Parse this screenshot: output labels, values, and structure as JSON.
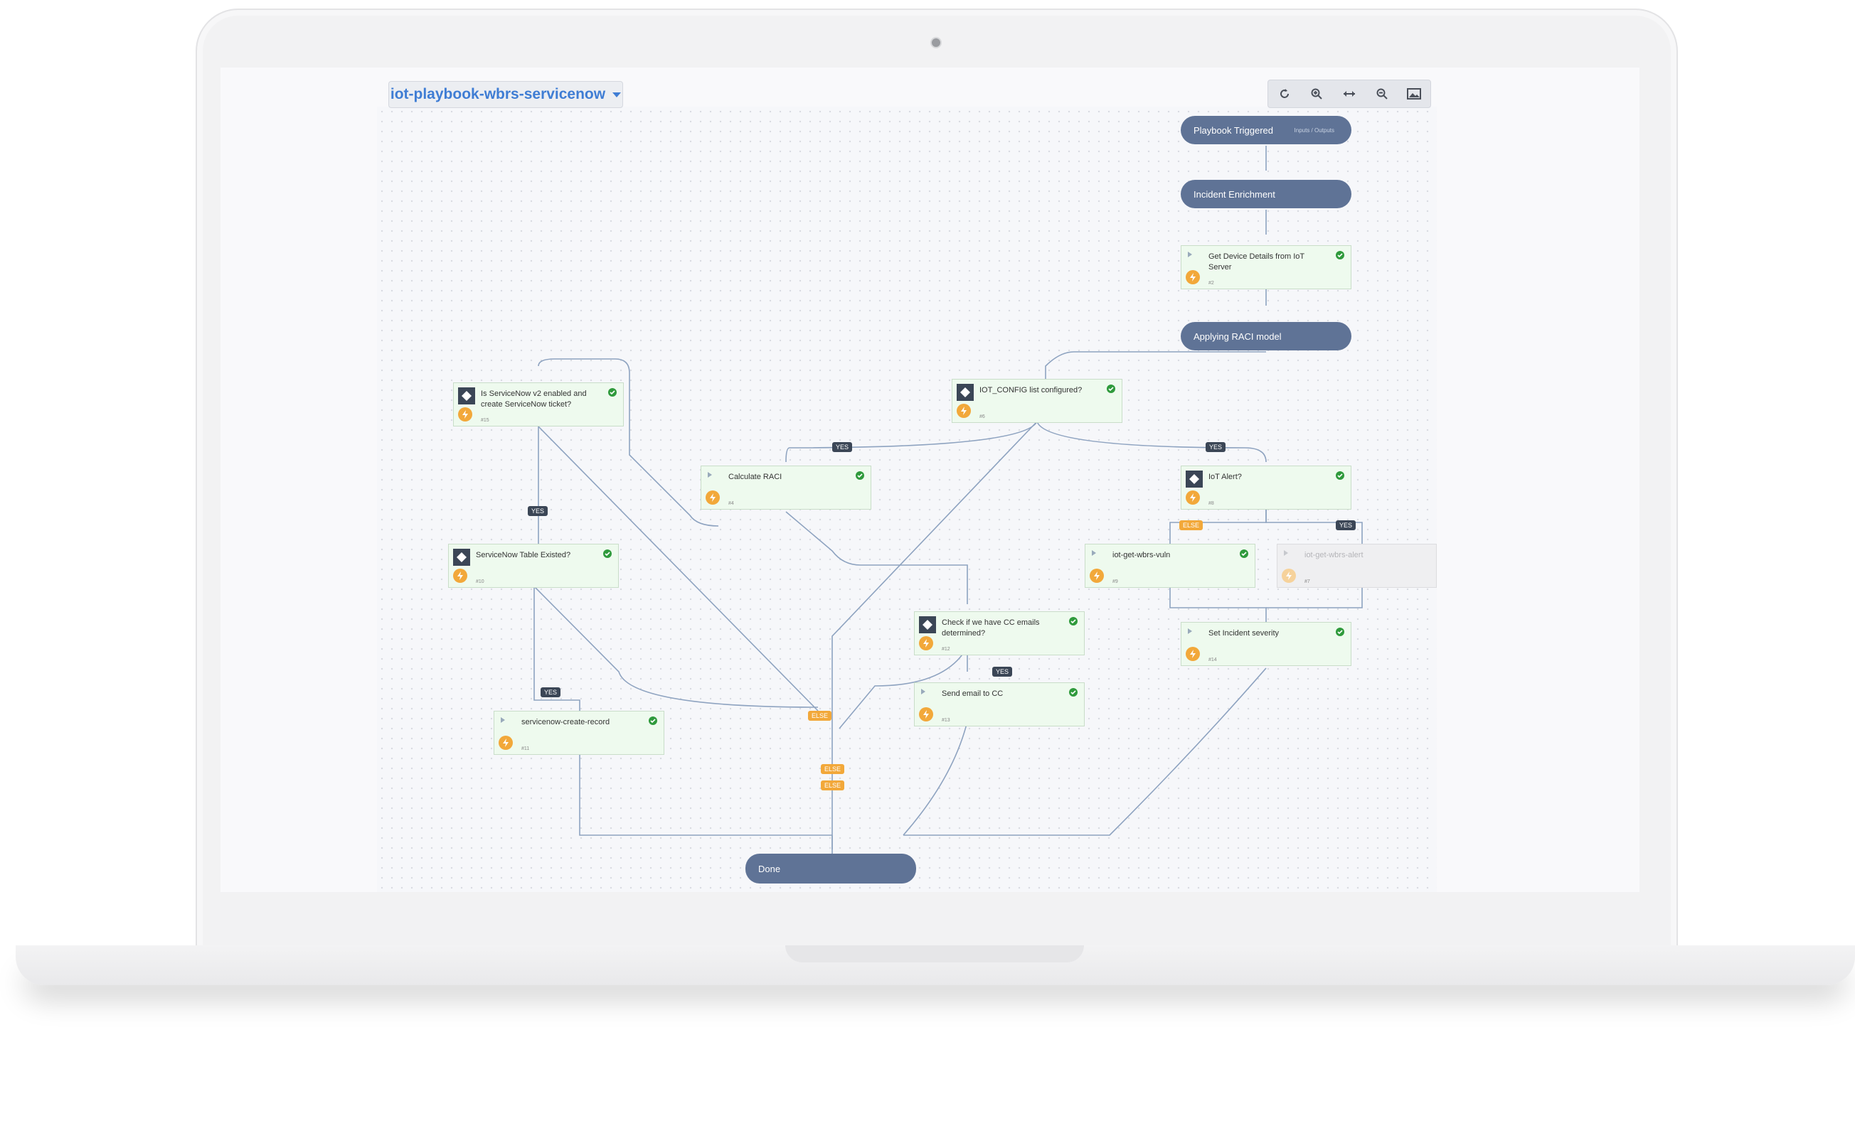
{
  "playbook": {
    "title": "iot-playbook-wbrs-servicenow"
  },
  "toolbar": [
    "refresh-icon",
    "zoom-in-icon",
    "fit-width-icon",
    "zoom-out-icon",
    "image-icon"
  ],
  "pills": {
    "triggered": "Playbook Triggered",
    "triggered_sub": "Inputs / Outputs",
    "enrichment": "Incident Enrichment",
    "raci": "Applying RACI model",
    "done": "Done"
  },
  "tasks": {
    "t2": {
      "title": "Get Device Details from IoT Server",
      "num": "#2"
    },
    "t6": {
      "title": "IOT_CONFIG list configured?",
      "num": "#6"
    },
    "t15": {
      "title": "Is ServiceNow v2 enabled and create ServiceNow ticket?",
      "num": "#15"
    },
    "t4": {
      "title": "Calculate RACI",
      "num": "#4"
    },
    "t8": {
      "title": "IoT Alert?",
      "num": "#8"
    },
    "t10": {
      "title": "ServiceNow Table Existed?",
      "num": "#10"
    },
    "t9": {
      "title": "iot-get-wbrs-vuln",
      "num": "#9"
    },
    "t7": {
      "title": "iot-get-wbrs-alert",
      "num": "#7"
    },
    "t12": {
      "title": "Check if we have CC emails determined?",
      "num": "#12"
    },
    "t14": {
      "title": "Set Incident severity",
      "num": "#14"
    },
    "t13": {
      "title": "Send email to CC",
      "num": "#13"
    },
    "t11": {
      "title": "servicenow-create-record",
      "num": "#11"
    }
  },
  "labels": {
    "yes": "YES",
    "else": "ELSE"
  },
  "colors": {
    "pill": "#5f7396",
    "task_bg": "#eefaee",
    "yes": "#3b4656",
    "else": "#f2a83a",
    "accent": "#3f7dd4"
  }
}
